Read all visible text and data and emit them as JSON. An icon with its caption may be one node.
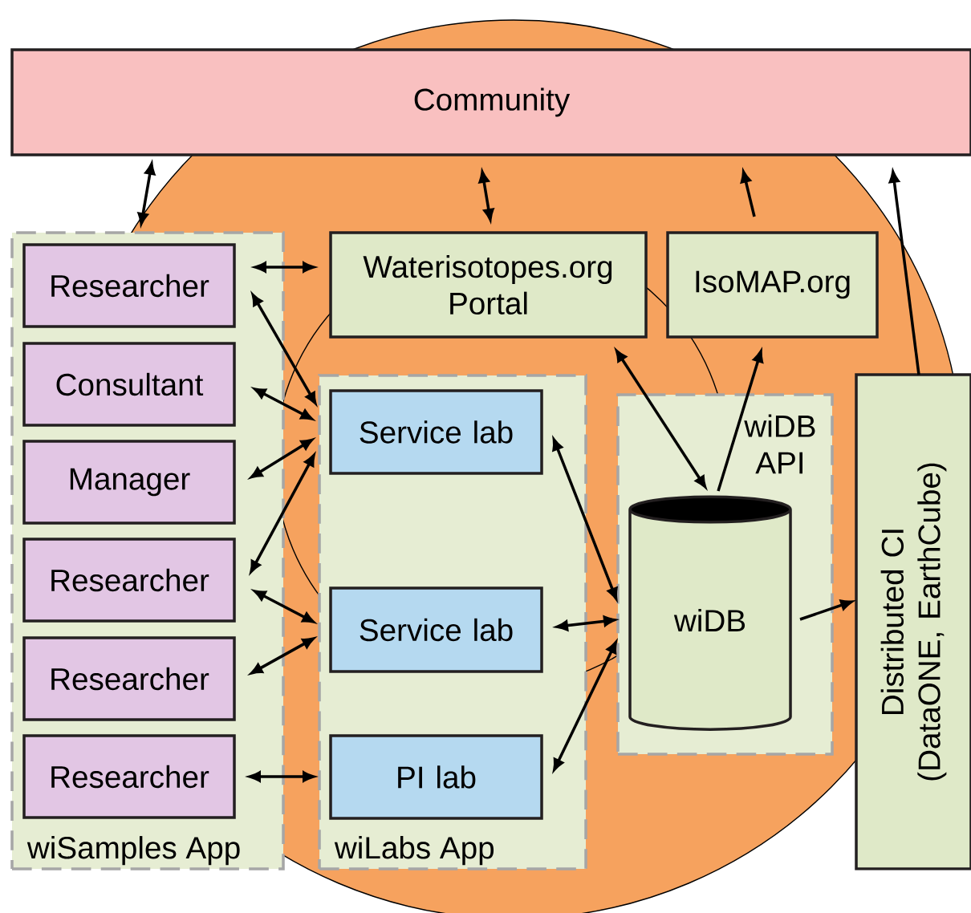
{
  "diagram": {
    "nodes": [
      {
        "text": [
          "Community"
        ]
      },
      {
        "text": [
          "wiSamples App"
        ]
      },
      {
        "text": [
          "Researcher"
        ],
        "in": 1
      },
      {
        "text": [
          "Consultant"
        ],
        "in": 1
      },
      {
        "text": [
          "Manager"
        ],
        "in": 1
      },
      {
        "text": [
          "Researcher"
        ],
        "in": 1
      },
      {
        "text": [
          "Researcher"
        ],
        "in": 1
      },
      {
        "text": [
          "Researcher"
        ],
        "in": 1
      },
      {
        "text": [
          "Waterisotopes.org Portal"
        ]
      },
      {
        "text": [
          "IsoMAP.org"
        ]
      },
      {
        "text": [
          "wiLabs App"
        ]
      },
      {
        "text": [
          "Service lab"
        ],
        "in": 10
      },
      {
        "text": [
          "Service lab"
        ],
        "in": 10
      },
      {
        "text": [
          "PI lab"
        ],
        "in": 10
      },
      {
        "text": [
          "wiDB API"
        ]
      },
      {
        "text": [
          "wiDB"
        ],
        "in": 14
      },
      {
        "text": [
          "Distributed CI (DataONE, EarthCube)"
        ]
      }
    ],
    "edges": [
      {
        "from": 0,
        "to": 2,
        "arrow": "both"
      },
      {
        "from": 0,
        "to": 8,
        "arrow": "both"
      },
      {
        "from": 9,
        "to": 0,
        "arrow": "to"
      },
      {
        "from": 16,
        "to": 0,
        "arrow": "to"
      },
      {
        "from": 2,
        "to": 8,
        "arrow": "both"
      },
      {
        "from": 2,
        "to": 11,
        "arrow": "both"
      },
      {
        "from": 3,
        "to": 11,
        "arrow": "both"
      },
      {
        "from": 4,
        "to": 11,
        "arrow": "both"
      },
      {
        "from": 5,
        "to": 11,
        "arrow": "both"
      },
      {
        "from": 5,
        "to": 12,
        "arrow": "both"
      },
      {
        "from": 6,
        "to": 12,
        "arrow": "both"
      },
      {
        "from": 7,
        "to": 13,
        "arrow": "both"
      },
      {
        "from": 11,
        "to": 15,
        "arrow": "both"
      },
      {
        "from": 12,
        "to": 15,
        "arrow": "both"
      },
      {
        "from": 13,
        "to": 15,
        "arrow": "both"
      },
      {
        "from": 8,
        "to": 15,
        "arrow": "both"
      },
      {
        "from": 15,
        "to": 9,
        "arrow": "to"
      },
      {
        "from": 15,
        "to": 16,
        "arrow": "to"
      }
    ]
  }
}
